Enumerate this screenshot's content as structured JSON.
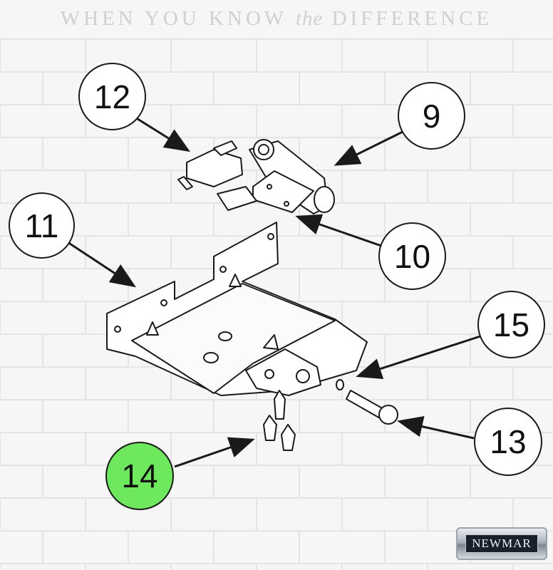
{
  "tagline": {
    "before": "WHEN YOU KNOW",
    "em": "the",
    "after": "DIFFERENCE"
  },
  "callouts": [
    {
      "id": "9",
      "label": "9",
      "active": false
    },
    {
      "id": "10",
      "label": "10",
      "active": false
    },
    {
      "id": "11",
      "label": "11",
      "active": false
    },
    {
      "id": "12",
      "label": "12",
      "active": false
    },
    {
      "id": "13",
      "label": "13",
      "active": false
    },
    {
      "id": "14",
      "label": "14",
      "active": true
    },
    {
      "id": "15",
      "label": "15",
      "active": false
    }
  ],
  "colors": {
    "active_callout": "#6ee85c",
    "line": "#1a1a1a",
    "brick_mortar": "#e4e4e4"
  },
  "logo": {
    "text": "NEWMAR"
  }
}
